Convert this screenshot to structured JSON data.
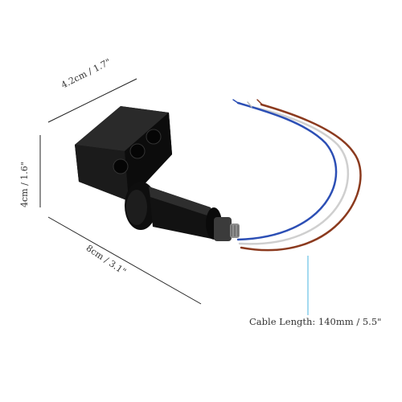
{
  "dimensions": {
    "width_label": "4.2cm / 1.7\"",
    "height_label": "4cm / 1.6\"",
    "length_label": "8cm / 3.1\""
  },
  "cable": {
    "label": "Cable Length: 140mm / 5.5\""
  },
  "colors": {
    "body": "#111111",
    "wire_brown": "#8b3a1e",
    "wire_blue": "#2c4fb5",
    "wire_white": "#e8e8e8",
    "dimension_line": "#222222",
    "callout_line": "#49b6e0"
  }
}
